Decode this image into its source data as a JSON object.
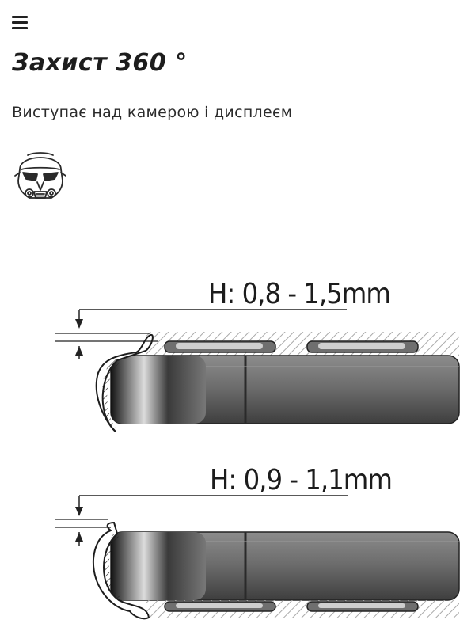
{
  "header": {
    "menu_icon": "hamburger-menu-icon"
  },
  "hero": {
    "title": "Захист 360 °",
    "subtitle": "Виступає над камерою і дисплеєм",
    "mascot_icon": "stormtrooper-helmet-icon"
  },
  "diagrams": [
    {
      "label": "H: 0,8 - 1,5mm"
    },
    {
      "label": "H: 0,9 - 1,1mm"
    }
  ],
  "colors": {
    "text": "#1d1d1d",
    "hatch": "#b0b0b0",
    "phone": "#6e6e6e"
  }
}
